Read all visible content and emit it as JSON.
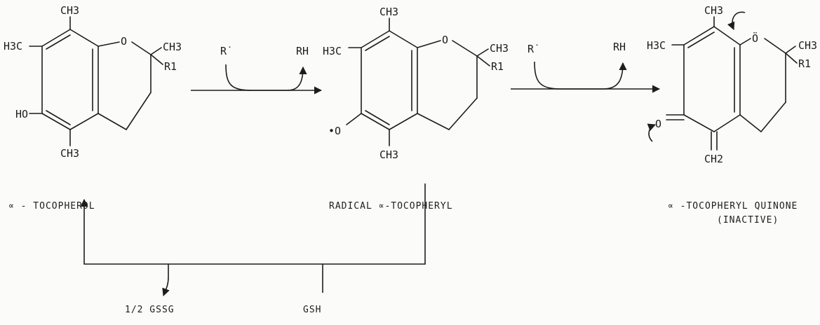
{
  "labels": {
    "ch3": "CH3",
    "ch2": "CH2",
    "h3c": "H3C",
    "r1": "R1",
    "ho": "HO",
    "o": "O",
    "o_radical": "•O",
    "o_dots": "Ö",
    "r_radical": "R˙",
    "rh": "RH"
  },
  "captions": {
    "tocopherol": "∝ - TOCOPHEROL",
    "radical": "RADICAL ∝-TOCOPHERYL",
    "quinone_line1": "∝ -TOCOPHERYL QUINONE",
    "quinone_line2": "(INACTIVE)"
  },
  "cycle": {
    "gssg": "1/2 GSSG",
    "gsh": "GSH"
  },
  "colors": {
    "ink": "#1d1d1d",
    "paper": "#fbfbf9"
  }
}
